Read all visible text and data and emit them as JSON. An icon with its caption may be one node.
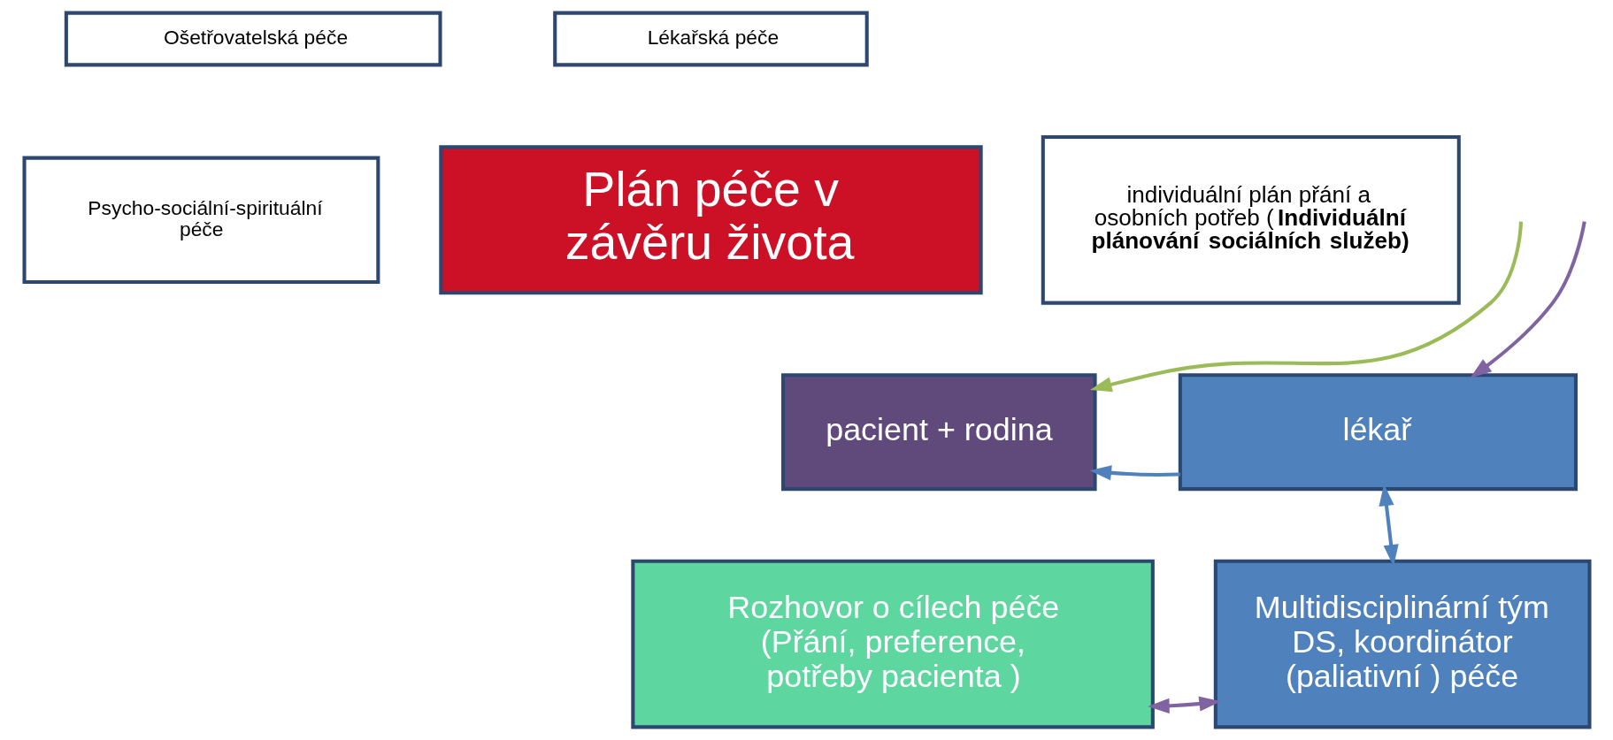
{
  "diagram": {
    "nodes": [
      {
        "text": [
          "Ošetřovatelská péče"
        ]
      },
      {
        "text": [
          "Lékařská péče"
        ]
      },
      {
        "text": [
          "individuální plán přání a osobních potřeb (**Individuální plánování sociálních služeb)**"
        ]
      },
      {
        "text": [
          "Psycho-sociální-spirituální péče"
        ]
      },
      {
        "text": [
          "Plán péče v závěru života"
        ]
      },
      {
        "text": [
          "pacient + rodina"
        ]
      },
      {
        "text": [
          "lékař"
        ]
      },
      {
        "text": [
          "Rozhovor o cílech péče (Přání, preference, potřeby pacienta )"
        ]
      },
      {
        "text": [
          "Multidisciplinární tým DS, koordinátor (paliativní ) péče"
        ]
      }
    ],
    "edges": [
      {
        "from": 6,
        "to": 5,
        "arrow": "to"
      },
      {
        "from": null,
        "to": 5,
        "arrow": "to",
        "color": "#9bbb59"
      },
      {
        "from": null,
        "to": 6,
        "arrow": "to",
        "color": "#8064a2"
      },
      {
        "from": 6,
        "to": 8,
        "arrow": "both"
      },
      {
        "from": 7,
        "to": 8,
        "arrow": "both",
        "color": "#8064a2"
      }
    ]
  }
}
